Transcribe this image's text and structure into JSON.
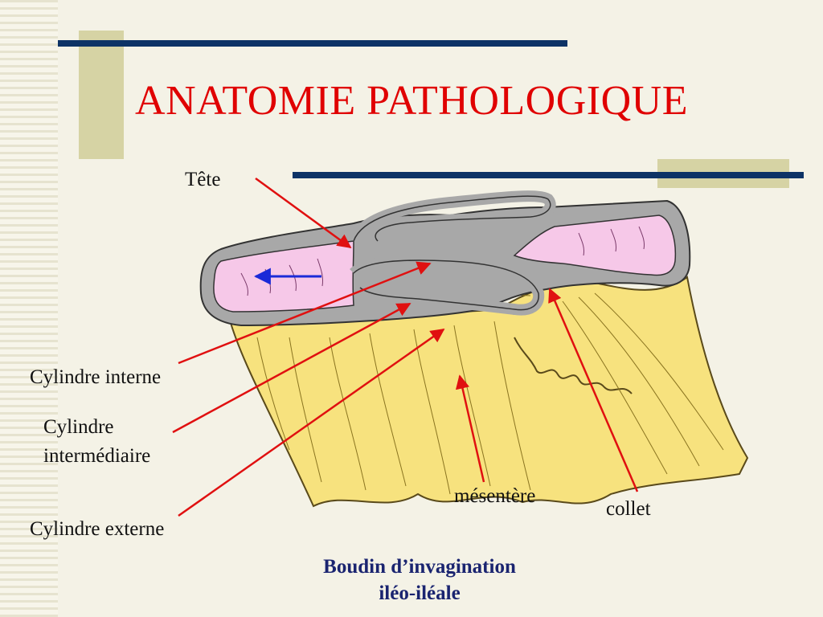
{
  "slide": {
    "title": "ANATOMIE PATHOLOGIQUE"
  },
  "labels": {
    "tete": "Tête",
    "cylindre_interne": "Cylindre interne",
    "cylindre_intermediaire_l1": "Cylindre",
    "cylindre_intermediaire_l2": "intermédiaire",
    "cylindre_externe": "Cylindre externe",
    "mesentere": "mésentère",
    "collet": "collet"
  },
  "caption": {
    "line1": "Boudin d’invagination",
    "line2": "iléo-iléale"
  },
  "colors": {
    "title": "#e00000",
    "navy_bar": "#0d3366",
    "olive_block": "#d6d3a4",
    "mesentery": "#f7e27e",
    "lumen": "#f6c8e8",
    "wall": "#a8a8a8",
    "pointer": "#e01010",
    "direction_arrow": "#1a2ad8",
    "caption": "#1a2470"
  }
}
